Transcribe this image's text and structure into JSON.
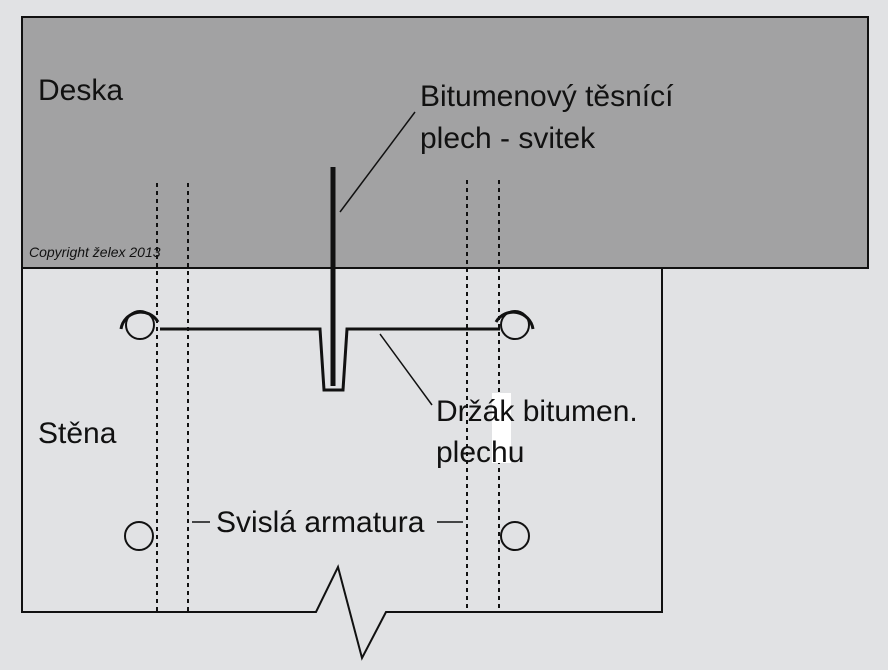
{
  "colors": {
    "background": "#e1e2e4",
    "slab_fill": "#a2a2a3",
    "line": "#111111",
    "label_highlight": "#ffffff"
  },
  "labels": {
    "slab": "Deska",
    "wall": "Stěna",
    "strip_line1": "Bitumenový těsnící",
    "strip_line2": "plech - svitek",
    "holder_line1_a": "Držák",
    "holder_line1_b": "bitumen.",
    "holder_line2": "plechu",
    "rebar": "Svislá armatura",
    "copyright": "Copyright želex 2013"
  }
}
